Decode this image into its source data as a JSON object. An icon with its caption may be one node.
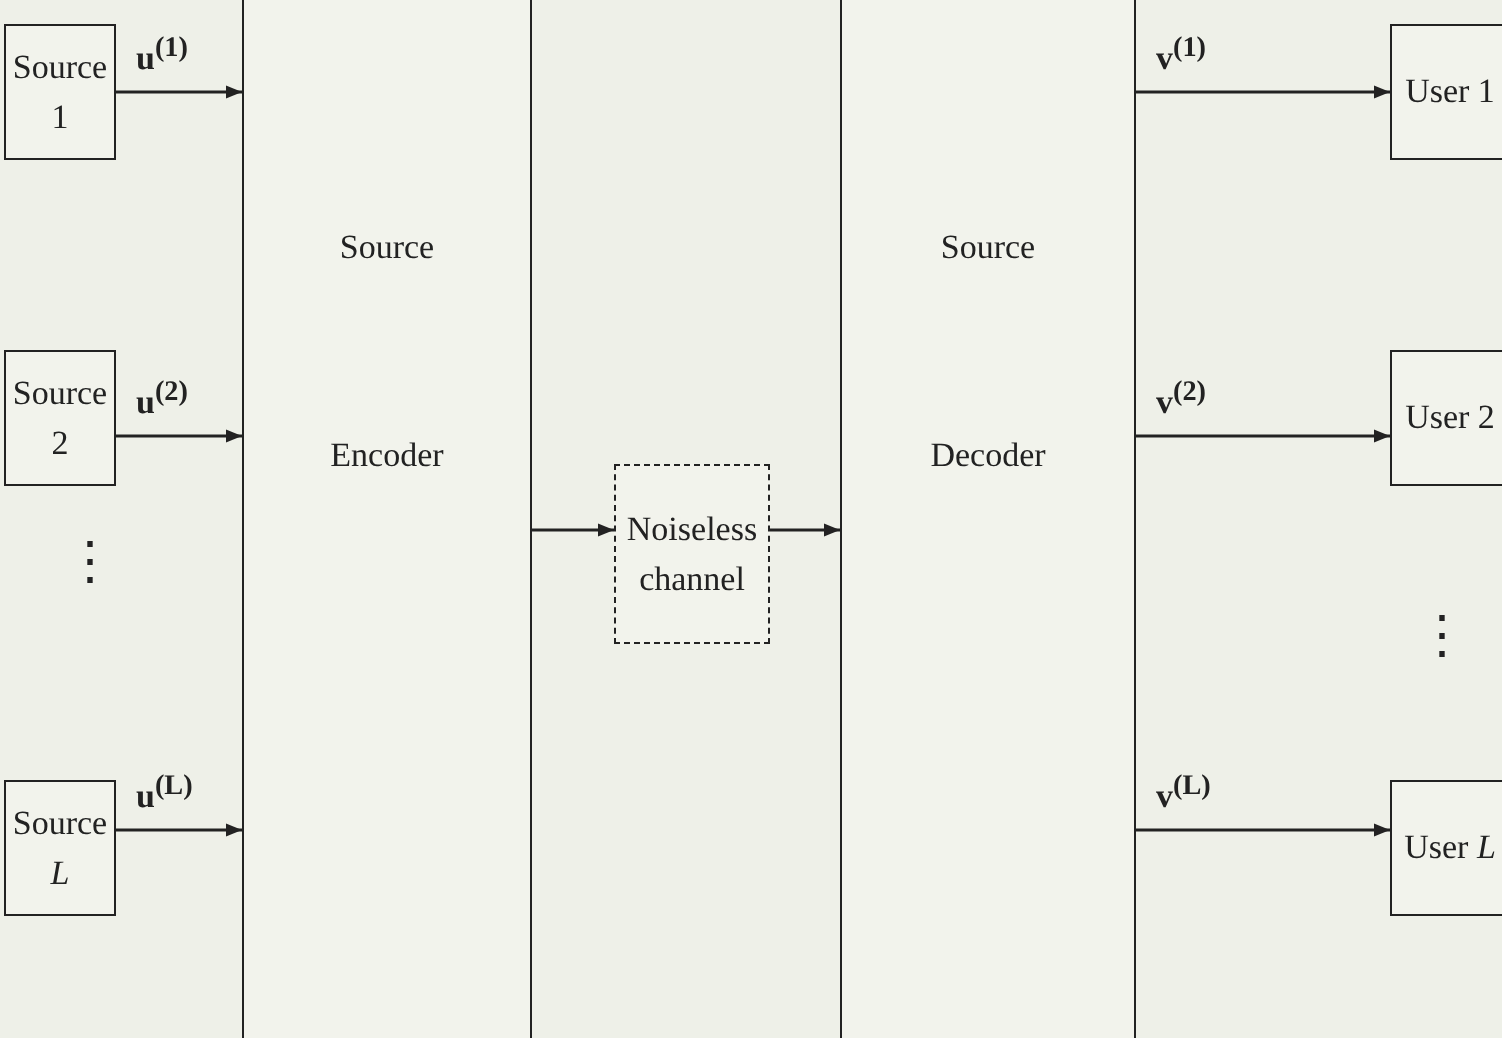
{
  "diagram": {
    "nodes": [
      {
        "text": [
          "Source 1"
        ]
      },
      {
        "text": [
          "Source 2"
        ]
      },
      {
        "text": [
          "Source *L*"
        ]
      },
      {
        "text": [
          "Source",
          "Encoder"
        ]
      },
      {
        "text": [
          "Noiseless channel"
        ]
      },
      {
        "text": [
          "Source",
          "Decoder"
        ]
      },
      {
        "text": [
          "User 1"
        ]
      },
      {
        "text": [
          "User 2"
        ]
      },
      {
        "text": [
          "User *L*"
        ]
      }
    ],
    "edges": [
      {
        "from": 0,
        "to": 3,
        "arrow": "to",
        "label": "u$^{(1)}$"
      },
      {
        "from": 1,
        "to": 3,
        "arrow": "to",
        "label": "u$^{(2)}$"
      },
      {
        "from": 2,
        "to": 3,
        "arrow": "to",
        "label": "u$^{(L)}$"
      },
      {
        "from": 3,
        "to": 4,
        "arrow": "to"
      },
      {
        "from": 4,
        "to": 5,
        "arrow": "to"
      },
      {
        "from": 5,
        "to": 6,
        "arrow": "to",
        "label": "v$^{(1)}$"
      },
      {
        "from": 5,
        "to": 7,
        "arrow": "to",
        "label": "v$^{(2)}$"
      },
      {
        "from": 5,
        "to": 8,
        "arrow": "to",
        "label": "v$^{(L)}$"
      }
    ],
    "labels": [
      "⋮",
      "⋮"
    ]
  }
}
